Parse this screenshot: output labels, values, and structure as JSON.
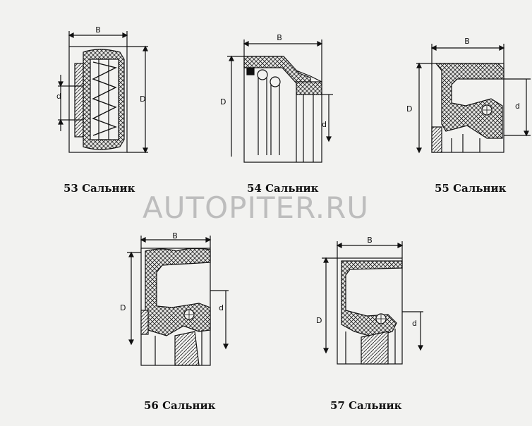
{
  "watermark": "AUTOPITER.RU",
  "dimension_labels": {
    "width": "B",
    "outer_diameter": "D",
    "inner_diameter": "d"
  },
  "figures": [
    {
      "caption": "53 Сальник"
    },
    {
      "caption": "54  Сальник"
    },
    {
      "caption": "55 Сальник"
    },
    {
      "caption": "56 Сальник"
    },
    {
      "caption": "57 Сальник"
    }
  ],
  "colors": {
    "line": "#111111",
    "background": "#f2f2f0",
    "hatch": "#333333",
    "watermark": "#bdbdbd"
  }
}
